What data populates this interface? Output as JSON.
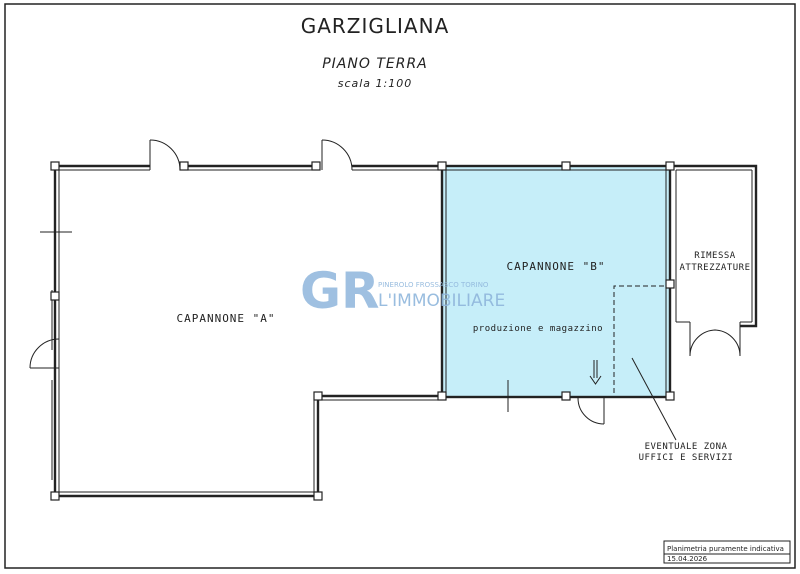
{
  "header": {
    "title": "GARZIGLIANA",
    "subtitle": "PIANO TERRA",
    "scale": "scala 1:100"
  },
  "rooms": {
    "capannone_a": "CAPANNONE \"A\"",
    "capannone_b": "CAPANNONE \"B\"",
    "production": "produzione e magazzino",
    "rimessa_line1": "RIMESSA",
    "rimessa_line2": "ATTREZZATURE"
  },
  "annotation": {
    "line1": "EVENTUALE ZONA",
    "line2": "UFFICI E SERVIZI"
  },
  "watermark": {
    "mark": "GR",
    "city_line": "PINEROLO  FROSSASCO  TORINO",
    "brand": "L'IMMOBILIARE"
  },
  "footer": {
    "note": "Planimetria puramente indicativa",
    "date": "15.04.2026"
  },
  "colors": {
    "highlight": "#c6eef9",
    "watermark": "#8fb6dc"
  }
}
